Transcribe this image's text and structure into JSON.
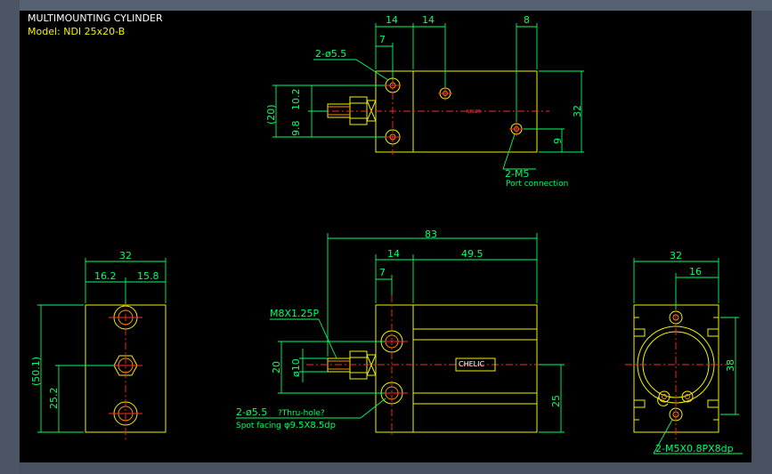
{
  "title": {
    "line1": "MULTIMOUNTING CYLINDER",
    "line2": "Model: NDI 25x20-B"
  },
  "top_view": {
    "dims": {
      "d14a": "14",
      "d14b": "14",
      "d8": "8",
      "d7": "7",
      "d20p": "(20)",
      "d98": "9.8",
      "d102": "10.2",
      "d32": "32",
      "d9": "9"
    },
    "callouts": {
      "holes": "2-ø5.5",
      "ports": "2-M5",
      "port_note": "Port connection"
    },
    "small_label": "N0L25"
  },
  "side_view": {
    "dims": {
      "w32": "32",
      "w162": "16.2",
      "w158": "15.8",
      "h501": "(50.1)",
      "h252": "25.2"
    }
  },
  "front_view": {
    "dims": {
      "d83": "83",
      "d14": "14",
      "d495": "49.5",
      "d7": "7",
      "d20": "20",
      "d10": "ø10",
      "d25": "25"
    },
    "callouts": {
      "thread": "M8X1.25P",
      "holes": "2-ø5.5",
      "holes_note": "?Thru-hole?",
      "spot_label": "Spot facing",
      "spot_value": "φ9.5X8.5dp"
    },
    "brand_label": "CHELIC"
  },
  "end_view": {
    "dims": {
      "w32": "32",
      "w16": "16",
      "h38": "38"
    },
    "callouts": {
      "taps": "2-M5X0.8PX8dp"
    }
  }
}
